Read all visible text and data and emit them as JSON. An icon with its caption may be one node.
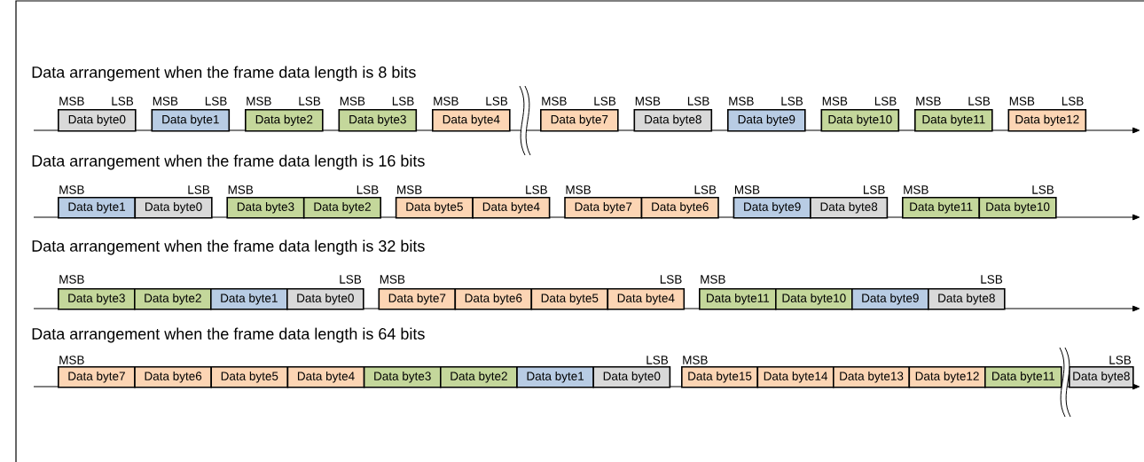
{
  "diagram": {
    "nodes": [
      {
        "text": [
          "Data byte0"
        ]
      },
      {
        "text": [
          "Data byte1"
        ]
      },
      {
        "text": [
          "Data byte2"
        ]
      },
      {
        "text": [
          "Data byte3"
        ]
      },
      {
        "text": [
          "Data byte4"
        ]
      },
      {
        "text": [
          "Data byte7"
        ]
      },
      {
        "text": [
          "Data byte8"
        ]
      },
      {
        "text": [
          "Data byte9"
        ]
      },
      {
        "text": [
          "Data byte10"
        ]
      },
      {
        "text": [
          "Data byte11"
        ]
      },
      {
        "text": [
          "Data byte12"
        ]
      },
      {
        "text": [
          "Data byte1"
        ]
      },
      {
        "text": [
          "Data byte0"
        ]
      },
      {
        "text": [
          "Data byte3"
        ]
      },
      {
        "text": [
          "Data byte2"
        ]
      },
      {
        "text": [
          "Data byte5"
        ]
      },
      {
        "text": [
          "Data byte4"
        ]
      },
      {
        "text": [
          "Data byte7"
        ]
      },
      {
        "text": [
          "Data byte6"
        ]
      },
      {
        "text": [
          "Data byte9"
        ]
      },
      {
        "text": [
          "Data byte8"
        ]
      },
      {
        "text": [
          "Data byte11"
        ]
      },
      {
        "text": [
          "Data byte10"
        ]
      },
      {
        "text": [
          "Data byte3"
        ]
      },
      {
        "text": [
          "Data byte2"
        ]
      },
      {
        "text": [
          "Data byte1"
        ]
      },
      {
        "text": [
          "Data byte0"
        ]
      },
      {
        "text": [
          "Data byte7"
        ]
      },
      {
        "text": [
          "Data byte6"
        ]
      },
      {
        "text": [
          "Data byte5"
        ]
      },
      {
        "text": [
          "Data byte4"
        ]
      },
      {
        "text": [
          "Data byte11"
        ]
      },
      {
        "text": [
          "Data byte10"
        ]
      },
      {
        "text": [
          "Data byte9"
        ]
      },
      {
        "text": [
          "Data byte8"
        ]
      },
      {
        "text": [
          "Data byte7"
        ]
      },
      {
        "text": [
          "Data byte6"
        ]
      },
      {
        "text": [
          "Data byte5"
        ]
      },
      {
        "text": [
          "Data byte4"
        ]
      },
      {
        "text": [
          "Data byte3"
        ]
      },
      {
        "text": [
          "Data byte2"
        ]
      },
      {
        "text": [
          "Data byte1"
        ]
      },
      {
        "text": [
          "Data byte0"
        ]
      },
      {
        "text": [
          "Data byte15"
        ]
      },
      {
        "text": [
          "Data byte14"
        ]
      },
      {
        "text": [
          "Data byte13"
        ]
      },
      {
        "text": [
          "Data byte12"
        ]
      },
      {
        "text": [
          "Data byte11"
        ]
      },
      {
        "text": [
          "Data byte8"
        ]
      }
    ],
    "labels": [
      "Data arrangement when the frame data length is 8 bits",
      "MSB",
      "LSB",
      "MSB",
      "LSB",
      "MSB",
      "LSB",
      "MSB",
      "LSB",
      "MSB",
      "LSB",
      "MSB",
      "LSB",
      "MSB",
      "LSB",
      "MSB",
      "LSB",
      "MSB",
      "LSB",
      "MSB",
      "LSB",
      "MSB",
      "LSB",
      "Data arrangement when the frame data length is 16 bits",
      "MSB",
      "LSB",
      "MSB",
      "LSB",
      "MSB",
      "LSB",
      "MSB",
      "LSB",
      "MSB",
      "LSB",
      "MSB",
      "LSB",
      "Data arrangement when the frame data length is 32 bits",
      "MSB",
      "LSB",
      "MSB",
      "LSB",
      "MSB",
      "LSB",
      "Data arrangement when the frame data length is 64 bits",
      "MSB",
      "LSB",
      "MSB",
      "LSB"
    ]
  }
}
